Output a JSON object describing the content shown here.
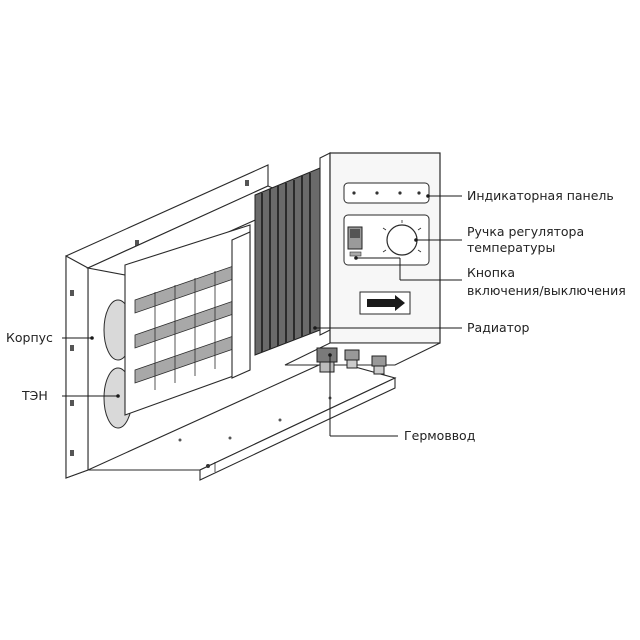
{
  "labels": {
    "indicator_panel": "Индикаторная панель",
    "temp_knob_line1": "Ручка регулятора",
    "temp_knob_line2": "температуры",
    "power_button_line1": "Кнопка",
    "power_button_line2": "включения/выключения",
    "radiator": "Радиатор",
    "housing": "Корпус",
    "heater": "ТЭН",
    "cable_gland": "Гермоввод"
  },
  "colors": {
    "line": "#2a2a2a",
    "metal_light": "#e6e6e6",
    "metal_mid": "#c9c9c9",
    "metal_dark": "#9a9a9a",
    "radiator_dark": "#555555"
  }
}
